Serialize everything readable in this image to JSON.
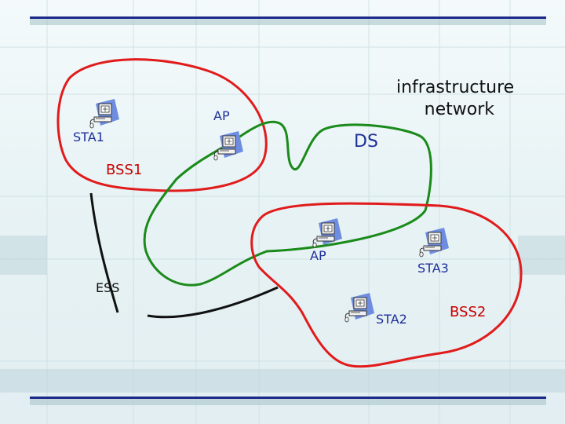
{
  "labels": {
    "infra_line1": "infrastructure",
    "infra_line2": "network",
    "ds": "DS",
    "ap_top": "AP",
    "sta1": "STA1",
    "bss1": "BSS1",
    "ap_bottom": "AP",
    "sta3": "STA3",
    "sta2": "STA2",
    "bss2": "BSS2",
    "ess": "ESS"
  },
  "colors": {
    "bss_outline": "#e11b1b",
    "ds_outline": "#1a8a1a",
    "ess_line": "#111111",
    "title_rule": "#1b2a8a",
    "text_blue": "#1f2f9a",
    "text_red": "#c80000"
  },
  "icons": {
    "station": "computer-workstation-icon"
  }
}
